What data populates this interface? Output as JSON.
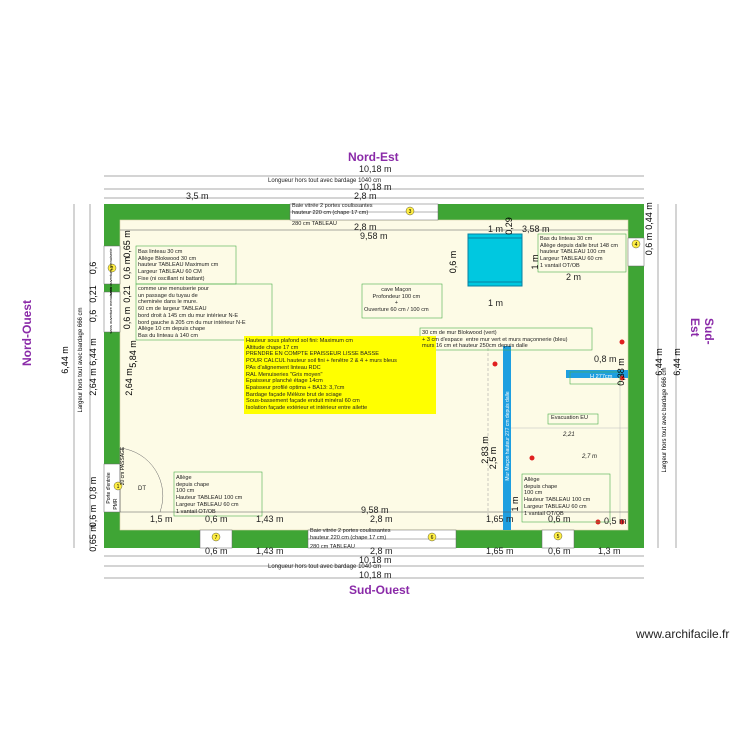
{
  "orientation": {
    "north_east": "Nord-Est",
    "south_west": "Sud-Ouest",
    "north_west": "Nord-Ouest",
    "south_east": "Sud-Est"
  },
  "dimensions": {
    "top_overall": "10,18 m",
    "top_overall_note": "Longueur hors tout avec bardage 1040 cm",
    "top_overall2": "10,18 m",
    "top_left_seg": "3,5 m",
    "top_door_width": "2,8 m",
    "top_door_width2": "2,8 m",
    "top_interior": "9,58 m",
    "top_1m": "1 m",
    "top_029": "0,29",
    "top_358": "3,58 m",
    "top_044": "0,44 m",
    "top_06_right": "0,6 m",
    "cave_06": "0,6 m",
    "cave_1m_side": "1 m",
    "cave_2m": "2 m",
    "cave_1m_bottom": "1 m",
    "left_065": "0,65 m",
    "left_06a": "0,6",
    "left_06b": "0,6 m",
    "left_021a": "0,21",
    "left_021b": "0,21",
    "left_06c": "0,6 m",
    "left_06d": "0,6",
    "left_644a": "6,44 m",
    "left_644b": "6,44 m",
    "left_264a": "2,64 m",
    "left_264b": "2,64 m",
    "left_584": "5,84 m",
    "left_08": "0,8 m",
    "left_06e": "0,6 m",
    "left_065b": "0,65 m",
    "left_side_note": "Largeur hors tout avec bardage 666 cm",
    "right_644a": "6,44 m",
    "right_644b": "6,44 m",
    "right_side_note": "Largeur hors tout avec bardage 666 cm",
    "right_08": "0,8 m",
    "right_038": "0,38 m",
    "inner_283": "2,83 m",
    "inner_25": "2,5 m",
    "inner_1m": "1 m",
    "diag_221": "2,21",
    "diag_27": "2,7 m",
    "bottom_15": "1,5 m",
    "bottom_06a": "0,6 m",
    "bottom_143": "1,43 m",
    "bottom_28": "2,8 m",
    "bottom_165": "1,65 m",
    "bottom_06b": "0,6 m",
    "bottom_05": "0,5 m",
    "bottom_interior": "9,58 m",
    "bottom2_06a": "0,6 m",
    "bottom2_143": "1,43 m",
    "bottom2_28": "2,8 m",
    "bottom2_165": "1,65 m",
    "bottom2_06b": "0,6 m",
    "bottom2_13": "1,3 m",
    "bottom_overall": "10,18 m",
    "bottom_overall_note": "Longueur hors tout avec bardage 1040 cm",
    "bottom_overall2": "10,18 m"
  },
  "notes": {
    "door_top": "Baie vitrée 2 portes coulissantes\nhauteur 220 cm (chape 17 cm)",
    "door_top_tableau": "280 cm TABLEAU",
    "door_bottom": "Baie vitrée 2 portes coulissantes\nhauteur 220 cm (chape 17 cm)",
    "door_bottom_tableau": "280 cm TABLEAU",
    "win_nw": "Bas linteau 30 cm\nAllège Blokwood 30 cm\nhauteur TABLEAU Maximum cm\nLargeur TABLEAU 60 CM\nFixe (ni oscillant ni battant)",
    "chimney": "comme une menuiserie pour\nun passage du tuyau de\ncheminée dans le mure.\n60 cm de largeur TABLEAU\nbord droit à 145 cm du mur intérieur N-E\nbord gauche à 205 cm du mur intérieur N-E\nAllège 10 cm depuis chape\nBas du linteau à 140 cm",
    "win_ne": "Bas du linteau 30 cm\nAllège depuis dalle brut 148 cm\nhauteur TABLEAU 100 cm\nLargeur TABLEAU 60 cm\n1 vantail OT/OB",
    "cave": "cave Maçon\nProfondeur 100 cm\n+\nOuverture 60 cm / 100 cm",
    "blokwood": "30 cm de mur Blokwood (vert)\n+ 3 cm d'espace  entre mur vert et murs maçonnerie (bleu)\nmurs 16 cm et hauteur 250cm depuis dalle",
    "yellow_box": "Hauteur sous plafond sol fini: Maximum cm\nAltitude chape 17 cm\nPRENDRE EN COMPTE EPAISSEUR LISSE BASSE\nPOUR CALCUL hauteur soil fini + fenêtre 2 & 4 + murs bleus\nPAs d'alignement linteau RDC\nRAL Menuiseries \"Gris moyen\"\nEpaisseur planché étage 14cm\nEpaisseur profilé optima + BA13: 3,7cm\nBardage façade Mélèze brut de sciage\nSous-bassement façade enduit minéral 60 cm\nIsolation façade extérieur et intérieur entre ailette",
    "h277": "H 277cm",
    "mur_macon": "Mur Maçon hauteur 277 cm depuis dalle",
    "evac": "Evacuation EU",
    "win_se": "Allège\ndepuis chape\n100 cm\nHauteur TABLEAU 100 cm\nLargeur TABLEAU 60 cm\n1 vantail OT/OB",
    "win_sw": "Allège\ndepuis chape\n100 cm\nHauteur TABLEAU 100 cm\nLargeur TABLEAU 60 cm\n1 vantail OT/OB",
    "porte_entree": "Porte d'entrée",
    "passage": "20 cm PASSAGE",
    "pmr": "PMR",
    "dt": "DT",
    "left_small": "sans ouverture\nmenuiserie",
    "left_small2": "sans ouverture\nmenuiserie"
  },
  "markers": {
    "m1": "1",
    "m2": "2",
    "m3": "3",
    "m4": "4",
    "m5": "5",
    "m6": "6",
    "m7": "7"
  },
  "brand": "www.archifacile.fr",
  "colors": {
    "wall": "#3fa535",
    "floor": "#fdfbe6",
    "cave": "#00c8e0",
    "blue_wall": "#1e9fe0",
    "note_box": "#ffff00",
    "marker": "#ffee44",
    "orientation": "#8a2aa8"
  }
}
